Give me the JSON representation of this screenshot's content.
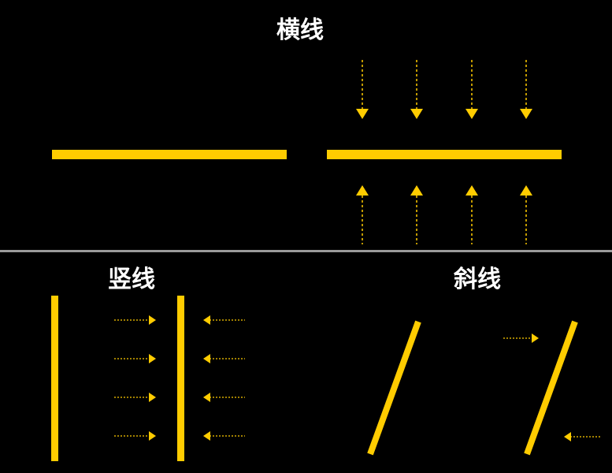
{
  "titles": {
    "horizontal": "横线",
    "vertical": "竖线",
    "diagonal": "斜线"
  },
  "colors": {
    "background": "#000000",
    "line": "#ffcc00",
    "arrow": "#ffcc00",
    "divider": "#9a9a9a",
    "title": "#ffffff"
  }
}
